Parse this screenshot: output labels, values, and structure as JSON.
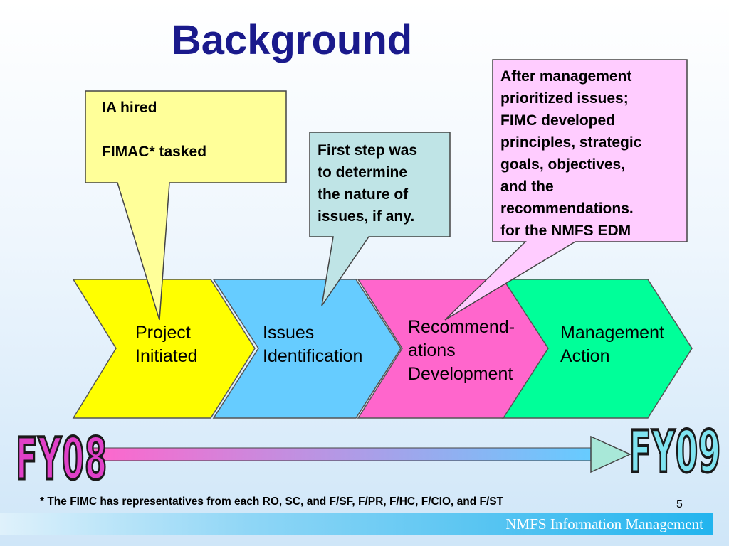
{
  "title": "Background",
  "callouts": {
    "ia": {
      "lines": [
        "IA hired",
        "",
        "FIMAC* tasked"
      ]
    },
    "first_step": {
      "lines": [
        "First step was",
        "to determine",
        "the nature of",
        "issues, if any."
      ]
    },
    "after": {
      "lines": [
        "After management",
        "prioritized issues;",
        "FIMC developed",
        "principles, strategic",
        "goals, objectives,",
        "and the",
        "recommendations.",
        "for the NMFS EDM"
      ]
    }
  },
  "stages": [
    {
      "lines": [
        "Project",
        "Initiated"
      ],
      "color": "#ffff00"
    },
    {
      "lines": [
        "Issues",
        "Identification"
      ],
      "color": "#66ccff"
    },
    {
      "lines": [
        "Recommend-",
        "ations",
        "Development"
      ],
      "color": "#ff66cc"
    },
    {
      "lines": [
        "Management",
        "Action"
      ],
      "color": "#00ff99"
    }
  ],
  "timeline": {
    "start_label": "FY08",
    "end_label": "FY09"
  },
  "footnote": "* The FIMC has representatives from each RO, SC, and F/SF, F/PR, F/HC, F/CIO, and F/ST",
  "page_number": "5",
  "footer": "NMFS Information Management",
  "colors": {
    "title": "#1a1a8c",
    "callout_yellow": "#ffff99",
    "callout_teal": "#bfe4e6",
    "callout_pink": "#ffccff",
    "timeline_pink": "#ff66cc",
    "timeline_blue": "#66ccff"
  }
}
